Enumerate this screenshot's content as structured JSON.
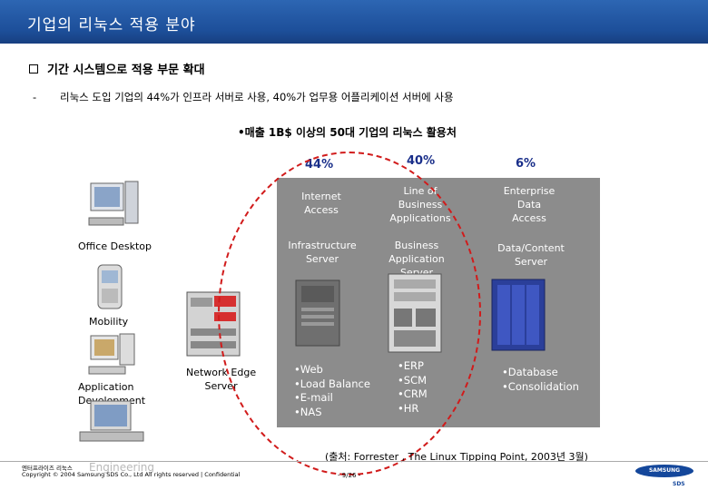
{
  "header": {
    "title": "기업의 리눅스 적용 분야"
  },
  "heading": {
    "text": "기간 시스템으로 적용 부문 확대"
  },
  "subline": {
    "dash": "-",
    "text": "리눅스 도입 기업의 44%가 인프라 서버로 사용, 40%가 업무용 어플리케이션 서버에 사용"
  },
  "caption": {
    "text": "•매출 1B$ 이상의 50대 기업의 리눅스 활용처"
  },
  "columns": [
    {
      "pct": "44%",
      "top_label": "Internet\nAccess",
      "mid_label": "Infrastructure\nServer",
      "bullets": "•Web\n•Load Balance\n•E-mail\n•NAS"
    },
    {
      "pct": "40%",
      "top_label": "Line of\nBusiness\nApplications",
      "mid_label": "Business\nApplication\nServer",
      "bullets": "•ERP\n•SCM\n•CRM\n•HR"
    },
    {
      "pct": "6%",
      "top_label": "Enterprise\nData\nAccess",
      "mid_label": "Data/Content\nServer",
      "bullets": "•Database\n•Consolidation"
    }
  ],
  "left_labels": {
    "office": "Office Desktop",
    "mobility": "Mobility",
    "appdev": "Application\nDevelopment",
    "edge": "Network Edge\nServer"
  },
  "footer": {
    "source": "(출처:  Forrester , The Linux Tipping Point, 2003년 3월)",
    "brand_kr": "엔터프라이즈 리눅스",
    "copyright": "Copyright © 2004 Samsung SDS Co., Ltd All rights reserved  |  Confidential",
    "engineering": "Engineering",
    "page": "- 9/26 -",
    "logo": "SAMSUNG",
    "logo_sub": "SDS"
  },
  "colors": {
    "title_bar": "#1d4f9a",
    "panel": "#8c8c8c",
    "ellipse": "#d11b1b",
    "pct": "#1a2f8a"
  },
  "icons": [
    "desktop-computer-icon",
    "mobile-phone-icon",
    "workstation-icon",
    "rack-server-icon",
    "tower-server-icon",
    "mainframe-server-icon",
    "checkbox-icon"
  ]
}
